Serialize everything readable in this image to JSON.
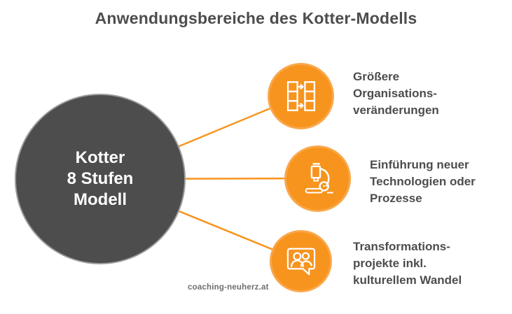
{
  "title": "Anwendungsbereiche des Kotter-Modells",
  "center_circle": {
    "lines": [
      "Kotter",
      "8 Stufen",
      "Modell"
    ]
  },
  "items": [
    {
      "icon": "table-columns-transfer-icon",
      "lines": [
        "Größere",
        "Organisations-",
        "veränderungen"
      ]
    },
    {
      "icon": "microscope-icon",
      "lines": [
        "Einführung neuer",
        "Technologien oder",
        "Prozesse"
      ]
    },
    {
      "icon": "speech-bubble-people-icon",
      "lines": [
        "Transformations-",
        "projekte inkl.",
        "kulturellem Wandel"
      ]
    }
  ],
  "watermark": "coaching-neuherz.at",
  "colors": {
    "accent_orange": "#f7941e",
    "accent_orange_light": "#faa74a",
    "center_circle_fill": "#4d4d4d",
    "center_circle_border": "#9b9b9b",
    "text_gray": "#4d4d4d",
    "watermark_gray": "#6f6f6f",
    "icon_stroke": "#ffffff",
    "background": "#ffffff"
  }
}
